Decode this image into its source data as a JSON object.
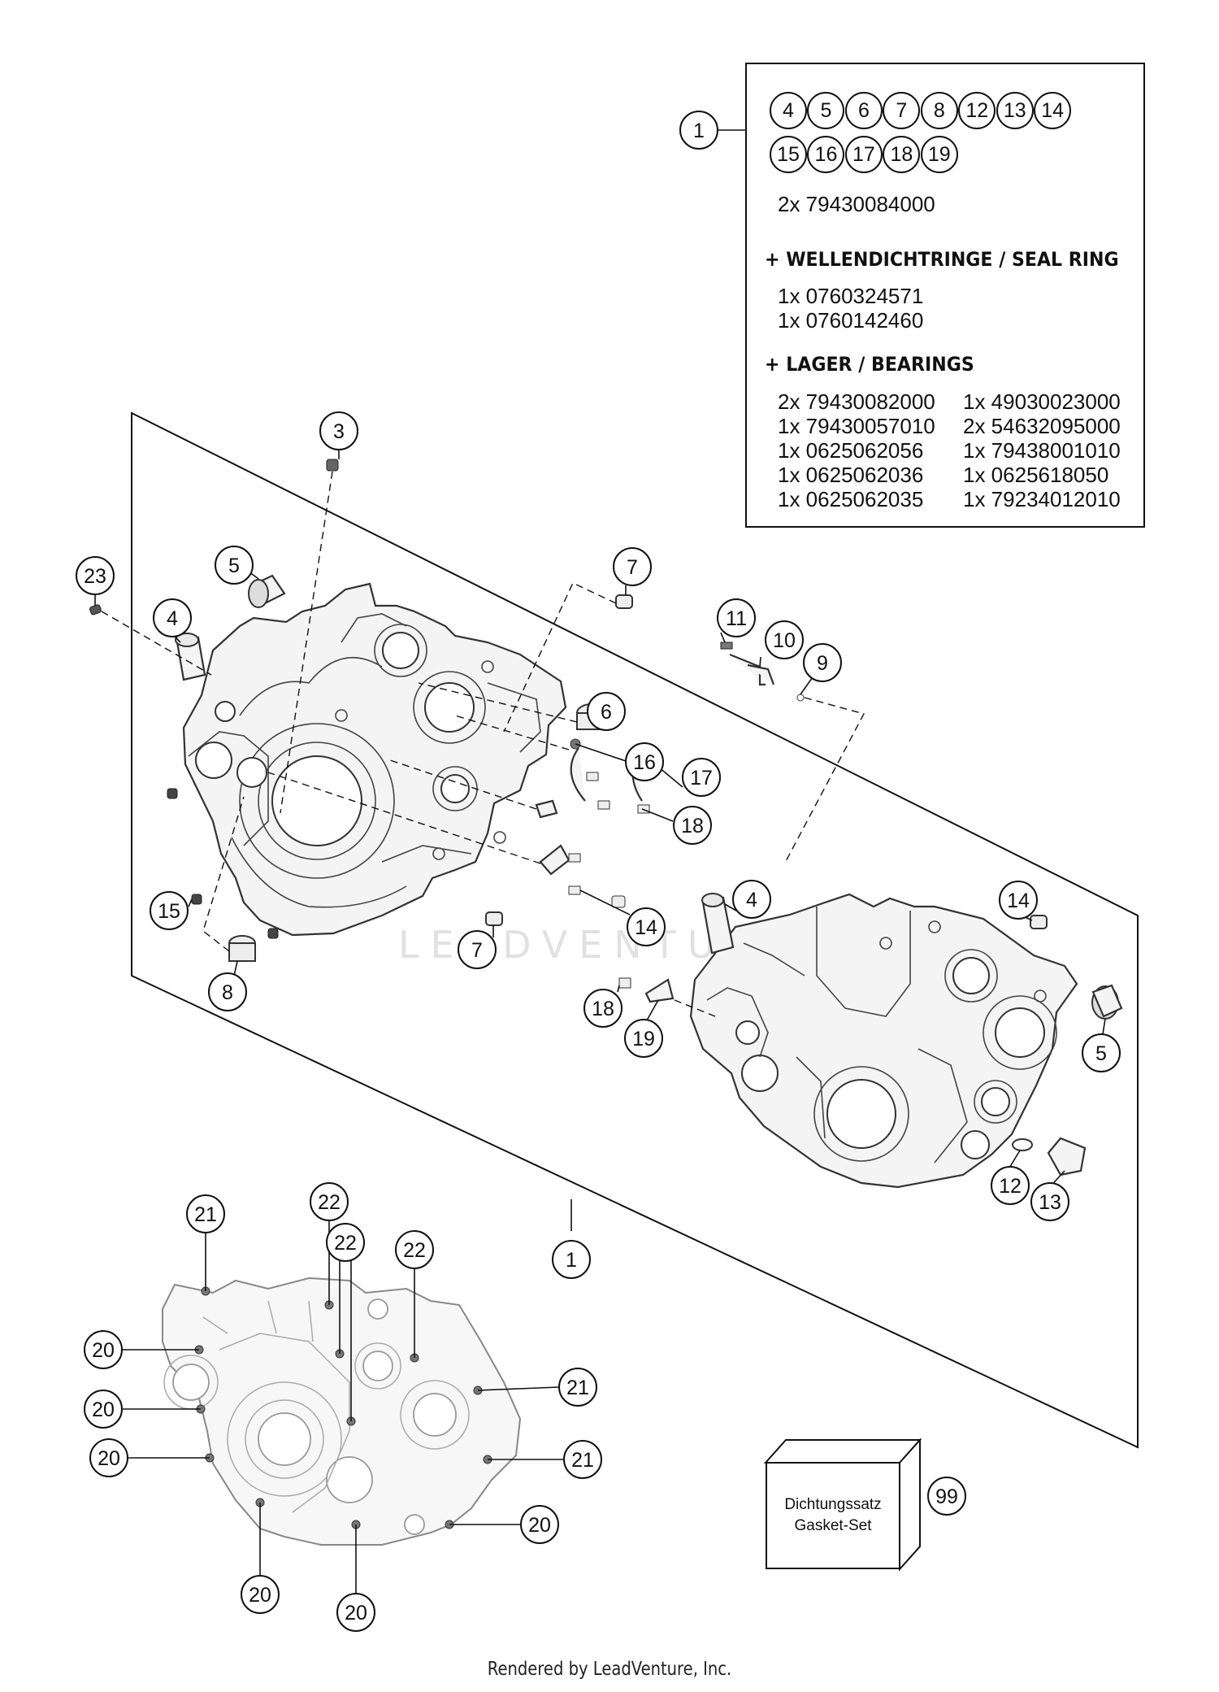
{
  "parts_kit": {
    "kit_callout": "1",
    "included_refs": [
      "4",
      "5",
      "6",
      "7",
      "8",
      "12",
      "13",
      "14",
      "15",
      "16",
      "17",
      "18",
      "19"
    ],
    "screw_line": "2x 79430084000",
    "seal_heading": "+ WELLENDICHTRINGE /  SEAL RING",
    "seal_parts": [
      "1x 0760324571",
      "1x 0760142460"
    ],
    "bearing_heading": "+ LAGER / BEARINGS",
    "bearings_left": [
      "2x 79430082000",
      "1x 79430057010",
      "1x 0625062056",
      "1x 0625062036",
      "1x 0625062035"
    ],
    "bearings_right": [
      "1x 49030023000",
      "2x 54632095000",
      "1x 79438001010",
      "1x 0625618050",
      "1x 79234012010"
    ]
  },
  "callouts": {
    "c1_bottom": "1",
    "c3": "3",
    "c23": "23",
    "c5_left": "5",
    "c4_left": "4",
    "c7_top": "7",
    "c11": "11",
    "c10": "10",
    "c9": "9",
    "c6": "6",
    "c16": "16",
    "c17": "17",
    "c18_right": "18",
    "c14_mid": "14",
    "c15": "15",
    "c7_bottom": "7",
    "c8": "8",
    "c4_right": "4",
    "c14_right": "14",
    "c18_left": "18",
    "c19": "19",
    "c5_right": "5",
    "c12": "12",
    "c13": "13",
    "c21_a": "21",
    "c22_a": "22",
    "c22_b": "22",
    "c22_c": "22",
    "c20_a": "20",
    "c20_b": "20",
    "c20_c": "20",
    "c21_b": "21",
    "c21_c": "21",
    "c20_d": "20",
    "c20_e": "20",
    "c20_f": "20",
    "c99": "99"
  },
  "gasket_set": {
    "line1": "Dichtungssatz",
    "line2": "Gasket-Set"
  },
  "watermark": "LEADVENTURE",
  "footer": "Rendered by LeadVenture, Inc."
}
